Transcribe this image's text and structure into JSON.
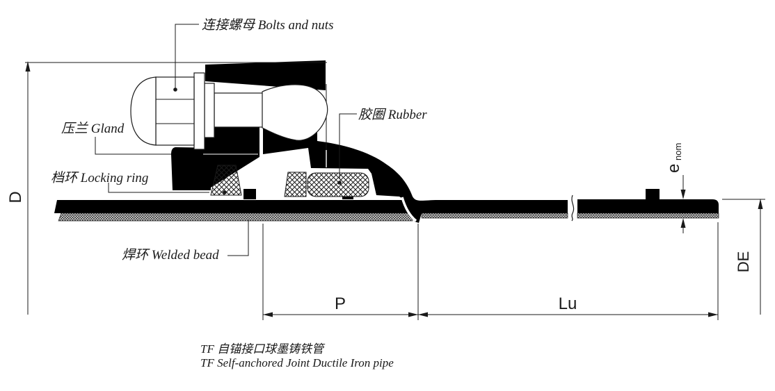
{
  "diagram": {
    "labels": {
      "bolts": "连接螺母 Bolts and nuts",
      "gland": "压兰 Gland",
      "locking_ring": "档环 Locking ring",
      "rubber": "胶圈 Rubber",
      "welded_bead": "焊环 Welded bead"
    },
    "dimensions": {
      "outer_diameter": "D",
      "socket_depth": "P",
      "laying_length": "Lu",
      "spigot_outer_diameter": "DE",
      "wall_thickness": "e",
      "wall_thickness_sub": "nom"
    },
    "caption": {
      "line1_zh": "TF 自锚接口球墨铸铁管",
      "line2_en": "TF Self-anchored Joint Ductile Iron pipe"
    },
    "colors": {
      "ink": "#1a1a1a",
      "fill": "#000000",
      "background": "#ffffff"
    }
  }
}
